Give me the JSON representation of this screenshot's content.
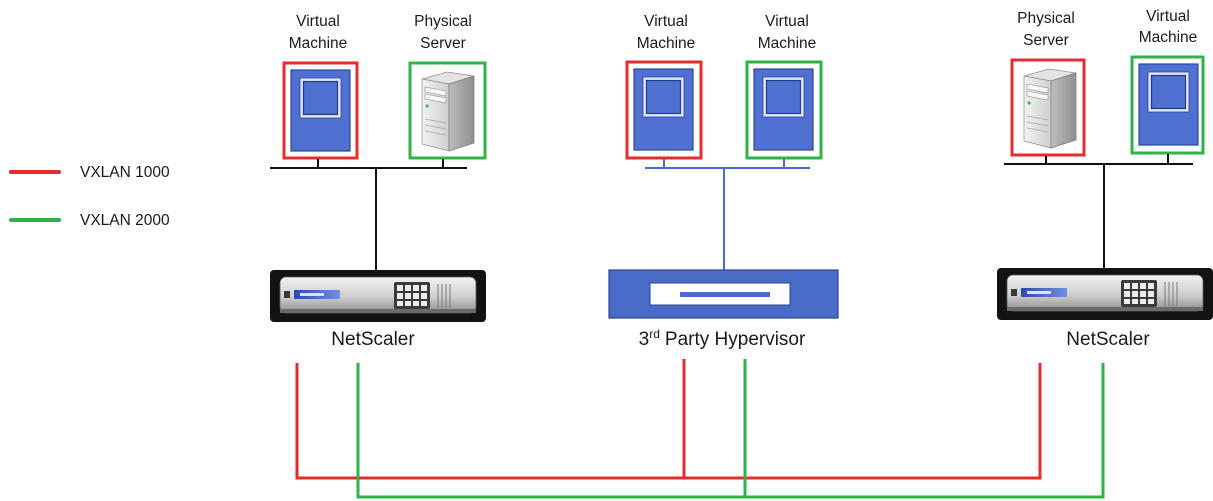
{
  "colors": {
    "vxlan_1000": "#e52b2b",
    "vxlan_2000": "#2fb24c",
    "vm_panel": "#4f6fd1",
    "hypervisor": "#4b6bc9",
    "bus_physical": "#111111"
  },
  "legend": [
    {
      "label": "VXLAN 1000",
      "color": "#e52b2b"
    },
    {
      "label": "VXLAN 2000",
      "color": "#2fb24c"
    }
  ],
  "sites": [
    {
      "endpoints": [
        {
          "icon": "virtual-machine-icon",
          "label_lines": [
            "Virtual",
            "Machine"
          ],
          "network": 0
        },
        {
          "icon": "physical-server-icon",
          "label_lines": [
            "Physical",
            "Server"
          ],
          "network": 1
        }
      ],
      "device": {
        "icon": "netscaler-appliance-icon",
        "label": "NetScaler"
      }
    },
    {
      "endpoints": [
        {
          "icon": "virtual-machine-icon",
          "label_lines": [
            "Virtual",
            "Machine"
          ],
          "network": 0
        },
        {
          "icon": "virtual-machine-icon",
          "label_lines": [
            "Virtual",
            "Machine"
          ],
          "network": 1
        }
      ],
      "device": {
        "icon": "hypervisor-icon",
        "label_number": "3",
        "label_superscript": "rd",
        "label_rest": "Party Hypervisor"
      }
    },
    {
      "endpoints": [
        {
          "icon": "physical-server-icon",
          "label_lines": [
            "Physical",
            "Server"
          ],
          "network": 0
        },
        {
          "icon": "virtual-machine-icon",
          "label_lines": [
            "Virtual",
            "Machine"
          ],
          "network": 1
        }
      ],
      "device": {
        "icon": "netscaler-appliance-icon",
        "label": "NetScaler"
      }
    }
  ]
}
